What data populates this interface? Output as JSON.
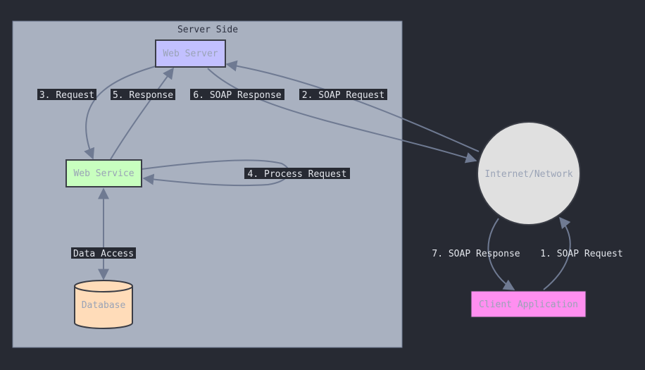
{
  "colors": {
    "background": "#272a33",
    "cluster_fill": "#a9b1c0",
    "edge": "#6f7a92",
    "label_bg": "#272a33",
    "label_text": "#e3e6ec",
    "node_text": "#9aa3b6",
    "web_server": "#c2c0ff",
    "web_service": "#c8ffbf",
    "database": "#ffdcb9",
    "internet": "#e0e0e0",
    "client": "#ff8ff0"
  },
  "cluster": {
    "title": "Server Side"
  },
  "nodes": {
    "web_server": "Web Server",
    "web_service": "Web Service",
    "database": "Database",
    "internet": "Internet/Network",
    "client": "Client Application"
  },
  "edges": {
    "e1": "1. SOAP Request",
    "e2": "2. SOAP Request",
    "e3": "3. Request",
    "e4": "4. Process Request",
    "e5": "5. Response",
    "e6": "6. SOAP Response",
    "e7": "7. SOAP Response",
    "data_access": "Data Access"
  }
}
